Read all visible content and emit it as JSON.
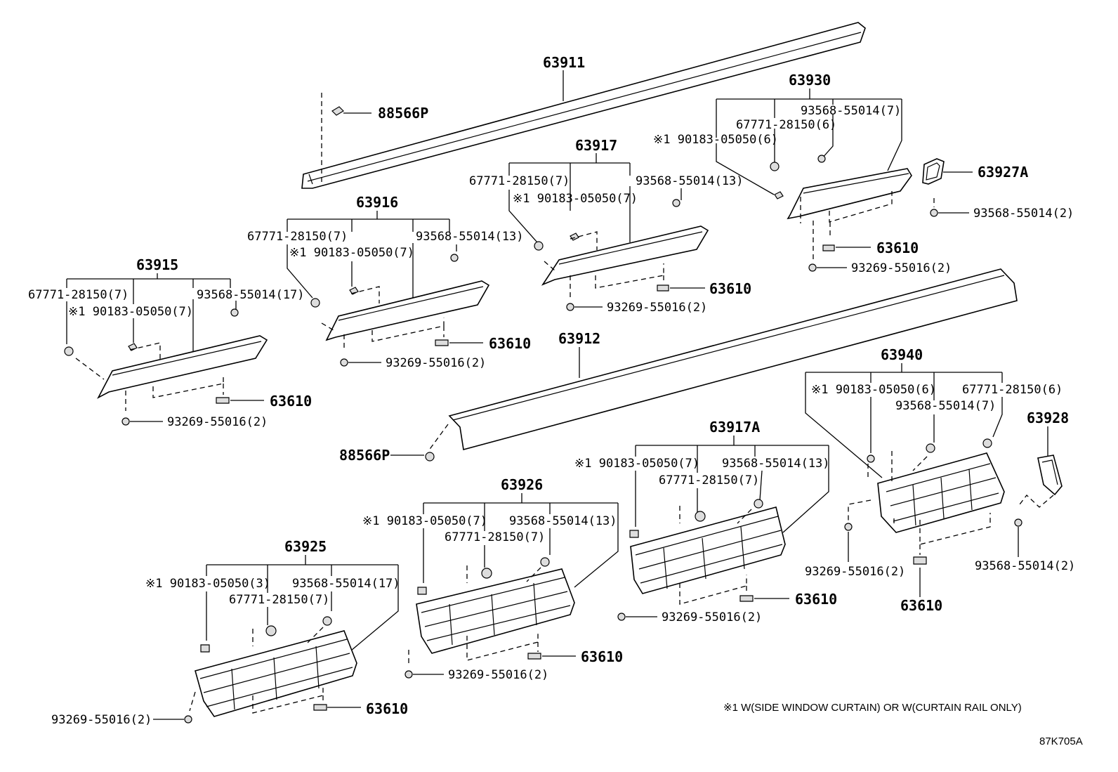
{
  "diagram": {
    "labels": {
      "p63911": "63911",
      "p88566p_top": "88566P",
      "p63930": "63930",
      "c63930_a": "93568-55014(7)",
      "c63930_b": "67771-28150(6)",
      "c63930_c": "※1 90183-05050(6)",
      "p63927a": "63927A",
      "c63927a": "93568-55014(2)",
      "p63610_a": "63610",
      "c93269_a": "93269-55016(2)",
      "p63917": "63917",
      "c63917_a": "67771-28150(7)",
      "c63917_b": "※1 90183-05050(7)",
      "c63917_c": "93568-55014(13)",
      "p63610_b": "63610",
      "c93269_b": "93269-55016(2)",
      "p63916": "63916",
      "c63916_a": "67771-28150(7)",
      "c63916_b": "※1 90183-05050(7)",
      "c63916_c": "93568-55014(13)",
      "p63610_c": "63610",
      "c93269_c": "93269-55016(2)",
      "p63915": "63915",
      "c63915_a": "67771-28150(7)",
      "c63915_b": "※1 90183-05050(7)",
      "c63915_c": "93568-55014(17)",
      "p63610_d": "63610",
      "c93269_d": "93269-55016(2)",
      "p63912": "63912",
      "p88566p_bottom": "88566P",
      "p63940": "63940",
      "c63940_a": "※1 90183-05050(6)",
      "c63940_b": "67771-28150(6)",
      "c63940_c": "93568-55014(7)",
      "p63928": "63928",
      "c63928": "93568-55014(2)",
      "c93269_e": "93269-55016(2)",
      "p63610_e": "63610",
      "p63917a": "63917A",
      "c63917a_a": "※1 90183-05050(7)",
      "c63917a_b": "93568-55014(13)",
      "c63917a_c": "67771-28150(7)",
      "p63610_f": "63610",
      "c93269_f": "93269-55016(2)",
      "p63926": "63926",
      "c63926_a": "※1 90183-05050(7)",
      "c63926_b": "93568-55014(13)",
      "c63926_c": "67771-28150(7)",
      "p63610_g": "63610",
      "c93269_g": "93269-55016(2)",
      "p63925": "63925",
      "c63925_a": "※1 90183-05050(3)",
      "c63925_b": "93568-55014(17)",
      "c63925_c": "67771-28150(7)",
      "p63610_h": "63610",
      "c93269_h": "93269-55016(2)"
    },
    "footnote": "※1 W(SIDE WINDOW CURTAIN) OR W(CURTAIN RAIL ONLY)",
    "code": "87K705A"
  }
}
